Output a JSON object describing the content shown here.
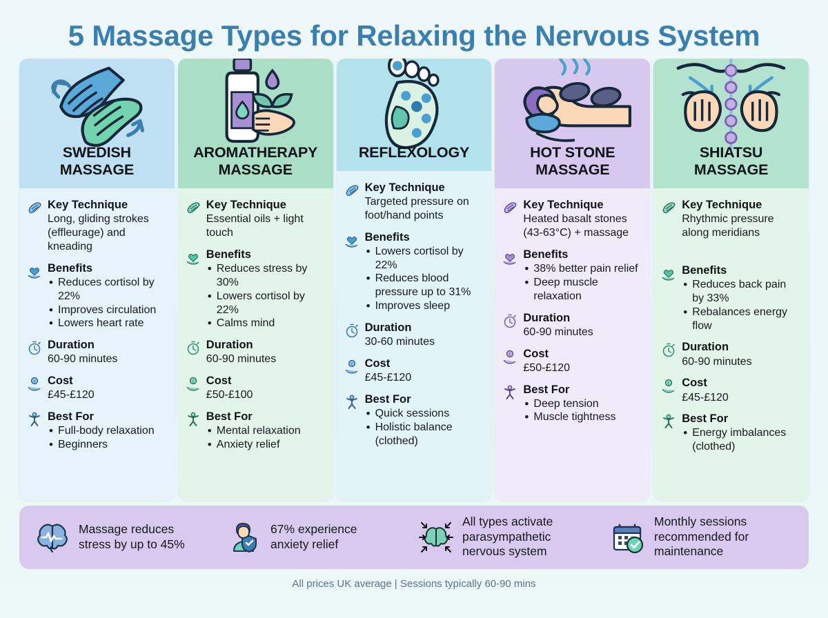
{
  "title": "5 Massage Types for Relaxing the Nervous System",
  "colors": {
    "page_background": "#eff8fa",
    "title": "#3b7fae",
    "banner_background": "#d9c9ef",
    "footer_text": "#5d7480"
  },
  "section_labels": {
    "technique": "Key Technique",
    "benefits": "Benefits",
    "duration": "Duration",
    "cost": "Cost",
    "best_for": "Best For"
  },
  "icon_names": {
    "technique": "massaging-hands-icon",
    "benefits": "heart-in-hand-icon",
    "duration": "stopwatch-icon",
    "cost": "coin-in-hand-icon",
    "best_for": "person-icon"
  },
  "cards": [
    {
      "title": "SWEDISH\nMASSAGE",
      "header_color": "#bfe0f2",
      "body_color": "#e6f3fb",
      "accent": "#4a90c9",
      "icon": "two-hands-strokes-icon",
      "technique": "Long, gliding strokes (effleurage) and kneading",
      "benefits": [
        "Reduces cortisol by 22%",
        "Improves circulation",
        "Lowers heart rate"
      ],
      "duration": "60-90 minutes",
      "cost": "£45-£120",
      "best_for": [
        "Full-body relaxation",
        "Beginners"
      ]
    },
    {
      "title": "AROMATHERAPY\nMASSAGE",
      "header_color": "#aadec6",
      "body_color": "#e3f5ea",
      "accent": "#37a183",
      "icon": "oil-bottle-leaves-hand-icon",
      "technique": "Essential oils + light touch",
      "benefits": [
        "Reduces stress by 30%",
        "Lowers cortisol by 22%",
        "Calms mind"
      ],
      "duration": "60-90 minutes",
      "cost": "£50-£100",
      "best_for": [
        "Mental relaxation",
        "Anxiety relief"
      ]
    },
    {
      "title": "REFLEXOLOGY",
      "header_color": "#b2e2ec",
      "body_color": "#e2f4f8",
      "accent": "#4a90c9",
      "icon": "foot-pressure-points-icon",
      "technique": "Targeted pressure on foot/hand points",
      "benefits": [
        "Lowers cortisol by 22%",
        "Reduces blood pressure up to 31%",
        "Improves sleep"
      ],
      "duration": "30-60 minutes",
      "cost": "£45-£120",
      "best_for": [
        "Quick sessions",
        "Holistic balance (clothed)"
      ]
    },
    {
      "title": "HOT STONE\nMASSAGE",
      "header_color": "#d6c8ef",
      "body_color": "#f0ebf9",
      "accent": "#8a6fc0",
      "icon": "person-hot-stones-icon",
      "technique": "Heated basalt stones (43-63°C) + massage",
      "benefits": [
        "38% better pain relief",
        "Deep muscle relaxation"
      ],
      "duration": "60-90 minutes",
      "cost": "£50-£120",
      "best_for": [
        "Deep tension",
        "Muscle tightness"
      ]
    },
    {
      "title": "SHIATSU\nMASSAGE",
      "header_color": "#b3e3cf",
      "body_color": "#e3f5ea",
      "accent": "#3aa189",
      "icon": "hands-meridian-pressure-icon",
      "technique": "Rhythmic pressure along meridians",
      "benefits": [
        "Reduces back pain by 33%",
        "Rebalances energy flow"
      ],
      "duration": "60-90 minutes",
      "cost": "£45-£120",
      "best_for": [
        "Energy imbalances (clothed)"
      ]
    }
  ],
  "banner": [
    {
      "icon": "brain-pulse-icon",
      "text": "Massage reduces\nstress by up to 45%"
    },
    {
      "icon": "person-shield-check-icon",
      "text": "67% experience\nanxiety relief"
    },
    {
      "icon": "brain-inward-arrows-icon",
      "text": "All types activate\nparasympathetic\nnervous system"
    },
    {
      "icon": "calendar-check-icon",
      "text": "Monthly sessions\nrecommended for\nmaintenance"
    }
  ],
  "footer": "All prices UK average | Sessions typically 60-90 mins"
}
